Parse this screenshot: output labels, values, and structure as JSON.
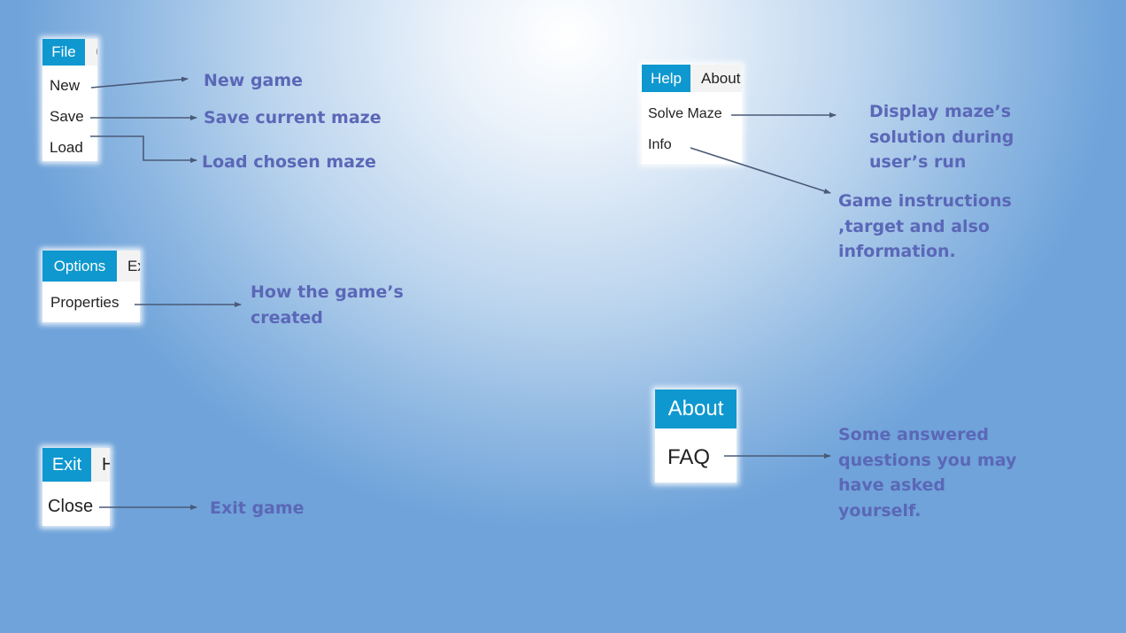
{
  "menus": {
    "file": {
      "tab": "File",
      "tab_next": "O",
      "items": [
        "New",
        "Save",
        "Load"
      ]
    },
    "options": {
      "tab": "Options",
      "tab_next": "Ex",
      "items": [
        "Properties"
      ]
    },
    "exit": {
      "tab": "Exit",
      "tab_next": "H",
      "items": [
        "Close"
      ]
    },
    "help": {
      "tab": "Help",
      "tab_next": "About",
      "items": [
        "Solve Maze",
        "Info"
      ]
    },
    "about": {
      "tab": "About",
      "items": [
        "FAQ"
      ]
    }
  },
  "notes": {
    "new": "New game",
    "save": "Save current maze",
    "load": "Load chosen maze",
    "properties": "How the game’s\ncreated",
    "close": "Exit game",
    "solve": "Display maze’s\nsolution during\nuser’s run",
    "info": "Game instructions\n,target and also\ninformation.",
    "faq": "Some answered\nquestions you may\nhave asked\nyourself."
  },
  "colors": {
    "accent": "#0e98cf",
    "note_text": "#5b67b7",
    "arrow": "#4a5a78"
  }
}
